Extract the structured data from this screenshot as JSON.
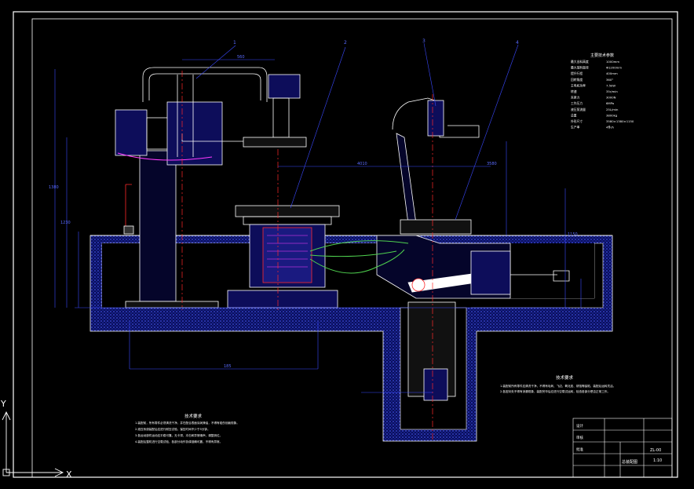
{
  "ucs": {
    "x_label": "X",
    "y_label": "Y"
  },
  "callouts": [
    "1",
    "2",
    "3",
    "4"
  ],
  "dimensions": {
    "top_span": "560",
    "mid_span": "4010",
    "right_span": "3580",
    "bottom_span": "185",
    "left_height": "1380",
    "left_height2": "1230",
    "right_height": "1150"
  },
  "tech_params": {
    "title": "主要技术参数",
    "rows": [
      {
        "k": "最大出料高度",
        "v": "1000mm"
      },
      {
        "k": "最大放料直径",
        "v": "Φ1200mm"
      },
      {
        "k": "提升行程",
        "v": "400mm"
      },
      {
        "k": "回转角度",
        "v": "360°"
      },
      {
        "k": "主电机功率",
        "v": "7.5kW"
      },
      {
        "k": "转速",
        "v": "35r/min"
      },
      {
        "k": "夹紧力",
        "v": "3000N"
      },
      {
        "k": "工作压力",
        "v": "6MPa"
      },
      {
        "k": "液压泵流量",
        "v": "25L/min"
      },
      {
        "k": "总重",
        "v": "3800kg"
      },
      {
        "k": "外形尺寸",
        "v": "3580×1380×1150"
      },
      {
        "k": "生产率",
        "v": "4件/h"
      }
    ]
  },
  "notes_right": {
    "title": "技术要求",
    "lines": [
      "1.装配前所有零件应清洗干净，不得有毛刺、飞边、氧化皮、锈蚀等缺陷，装配后运转灵活。",
      "2.各密封处不得有渗漏现象，装配完毕后应进行空载试运转，检查各部分是否正常工作。"
    ]
  },
  "notes_left": {
    "title": "技术要求",
    "lines": [
      "1.装配前，所有零件必须清洗干净，并在配合表面涂润滑油，不得有碰伤划痕现象。",
      "2.液压系统装配后应进行耐压试验，保压时间不少于5分钟。",
      "3.各运动部件运动应平稳可靠，无卡滞、冲击和异常噪声，调整到位。",
      "4.装配后整机进行空载试验，各部分动作协调准确可靠，不得有异常。"
    ]
  },
  "title_block": {
    "drawing_name": "总装配图",
    "code": "ZL-00",
    "scale": "1:10",
    "designer": "设计",
    "checker": "审核",
    "approver": "批准"
  },
  "colors": {
    "frame": "#ffffff",
    "outline": "#ffffff",
    "dim": "#3a49ff",
    "centerline": "#ff2a2a",
    "ground": "#1f2fb8",
    "hose": "#4fd24f",
    "machine_fill": "#0d0d5a",
    "cyan": "#29d3ff"
  }
}
